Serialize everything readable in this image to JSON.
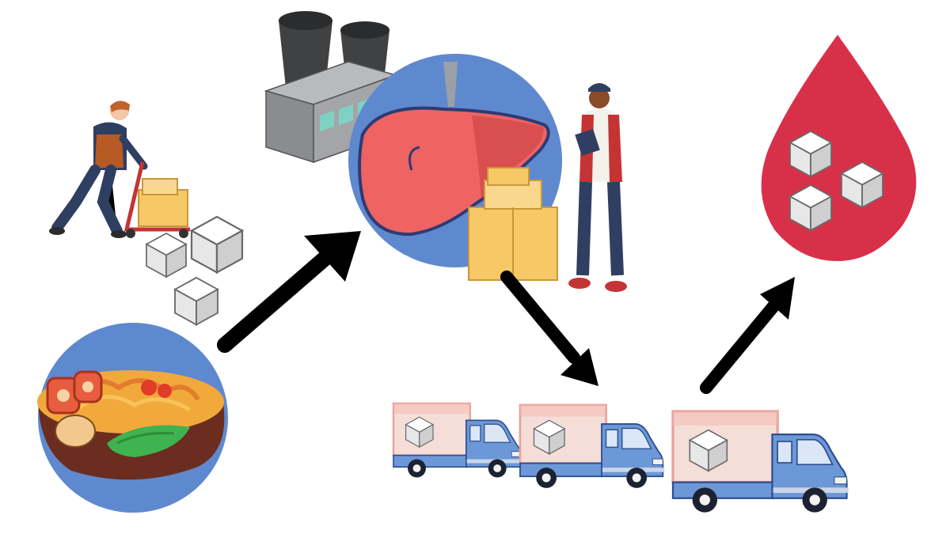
{
  "diagram": {
    "stages": [
      {
        "id": "food",
        "icon": "food-bowl-icon"
      },
      {
        "id": "worker-with-cubes",
        "icon": "hand-truck-worker-icon"
      },
      {
        "id": "liver-factory",
        "icon": "liver-factory-icon"
      },
      {
        "id": "delivery",
        "icon": "delivery-truck-icon"
      },
      {
        "id": "blood",
        "icon": "blood-drop-icon"
      }
    ],
    "flow": [
      "food",
      "liver-factory",
      "delivery",
      "blood"
    ]
  },
  "colors": {
    "circle_blue": "#5f89cf",
    "liver_red": "#ef6363",
    "blood_red": "#d9304a",
    "arrow_black": "#000000",
    "truck_blue": "#6c98d8",
    "truck_box": "#f5ded8",
    "truck_box_edge": "#eea7a4",
    "cube_face": "#f4f4f4",
    "package_yellow": "#f6c866",
    "factory_gray": "#8a8c8f"
  }
}
